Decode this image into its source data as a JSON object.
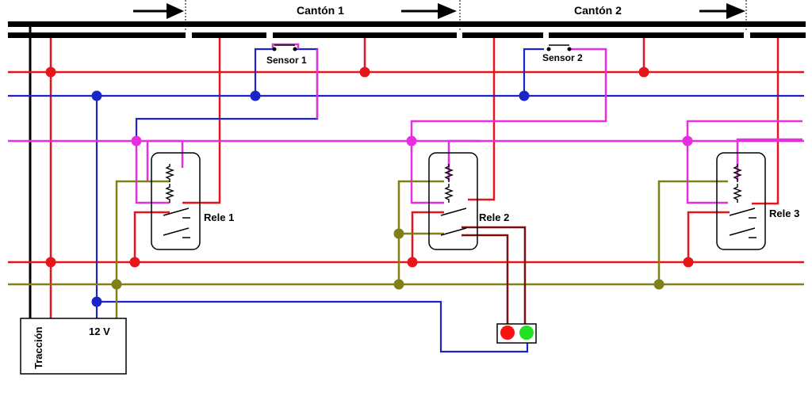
{
  "sections": [
    {
      "label": "Cantón 1"
    },
    {
      "label": "Cantón 2"
    }
  ],
  "sensors": [
    {
      "label": "Sensor 1"
    },
    {
      "label": "Sensor 2"
    }
  ],
  "relays": [
    {
      "label": "Rele 1"
    },
    {
      "label": "Rele 2"
    },
    {
      "label": "Rele 3"
    }
  ],
  "power_supply": {
    "traction_label": "Tracción",
    "voltage_label": "12 V"
  },
  "colors": {
    "rail": "#000000",
    "traction": "#e8141c",
    "supply_12v": "#1a24c8",
    "sensor_signal": "#e82fe0",
    "common_return": "#808018",
    "signal_wire": "#7a1010",
    "lamp_red": "#ff1010",
    "lamp_green": "#22e022"
  },
  "signal_lamps": [
    {
      "name": "red-lamp"
    },
    {
      "name": "green-lamp"
    }
  ]
}
